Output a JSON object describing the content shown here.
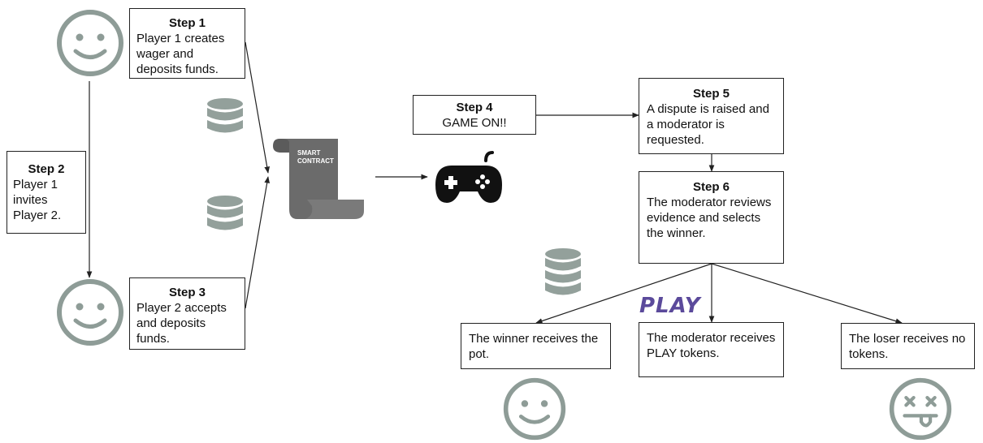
{
  "steps": {
    "step1": {
      "title": "Step 1",
      "body": "Player 1 creates wager and deposits funds."
    },
    "step2": {
      "title": "Step 2",
      "body": "Player 1 invites Player 2."
    },
    "step3": {
      "title": "Step 3",
      "body": "Player 2 accepts and deposits funds."
    },
    "step4": {
      "title": "Step 4",
      "body": "GAME ON!!"
    },
    "step5": {
      "title": "Step 5",
      "body": "A dispute is raised and a moderator is requested."
    },
    "step6": {
      "title": "Step 6",
      "body": "The moderator reviews evidence and selects the winner."
    }
  },
  "outcomes": {
    "winner": "The winner receives the pot.",
    "moderator": "The moderator receives PLAY tokens.",
    "loser": "The loser receives no tokens."
  },
  "smart_contract": {
    "line1": "SMART",
    "line2": "CONTRACT"
  },
  "play_logo": "PLAY",
  "colors": {
    "face": "#8e9c97",
    "coin": "#93a09b",
    "scroll": "#6b6b6b",
    "line": "#222222",
    "brand": "#5b4a9b"
  },
  "icons": [
    "smiley-face-icon",
    "database-coins-icon",
    "smart-contract-scroll-icon",
    "gamepad-icon",
    "dizzy-face-icon"
  ]
}
